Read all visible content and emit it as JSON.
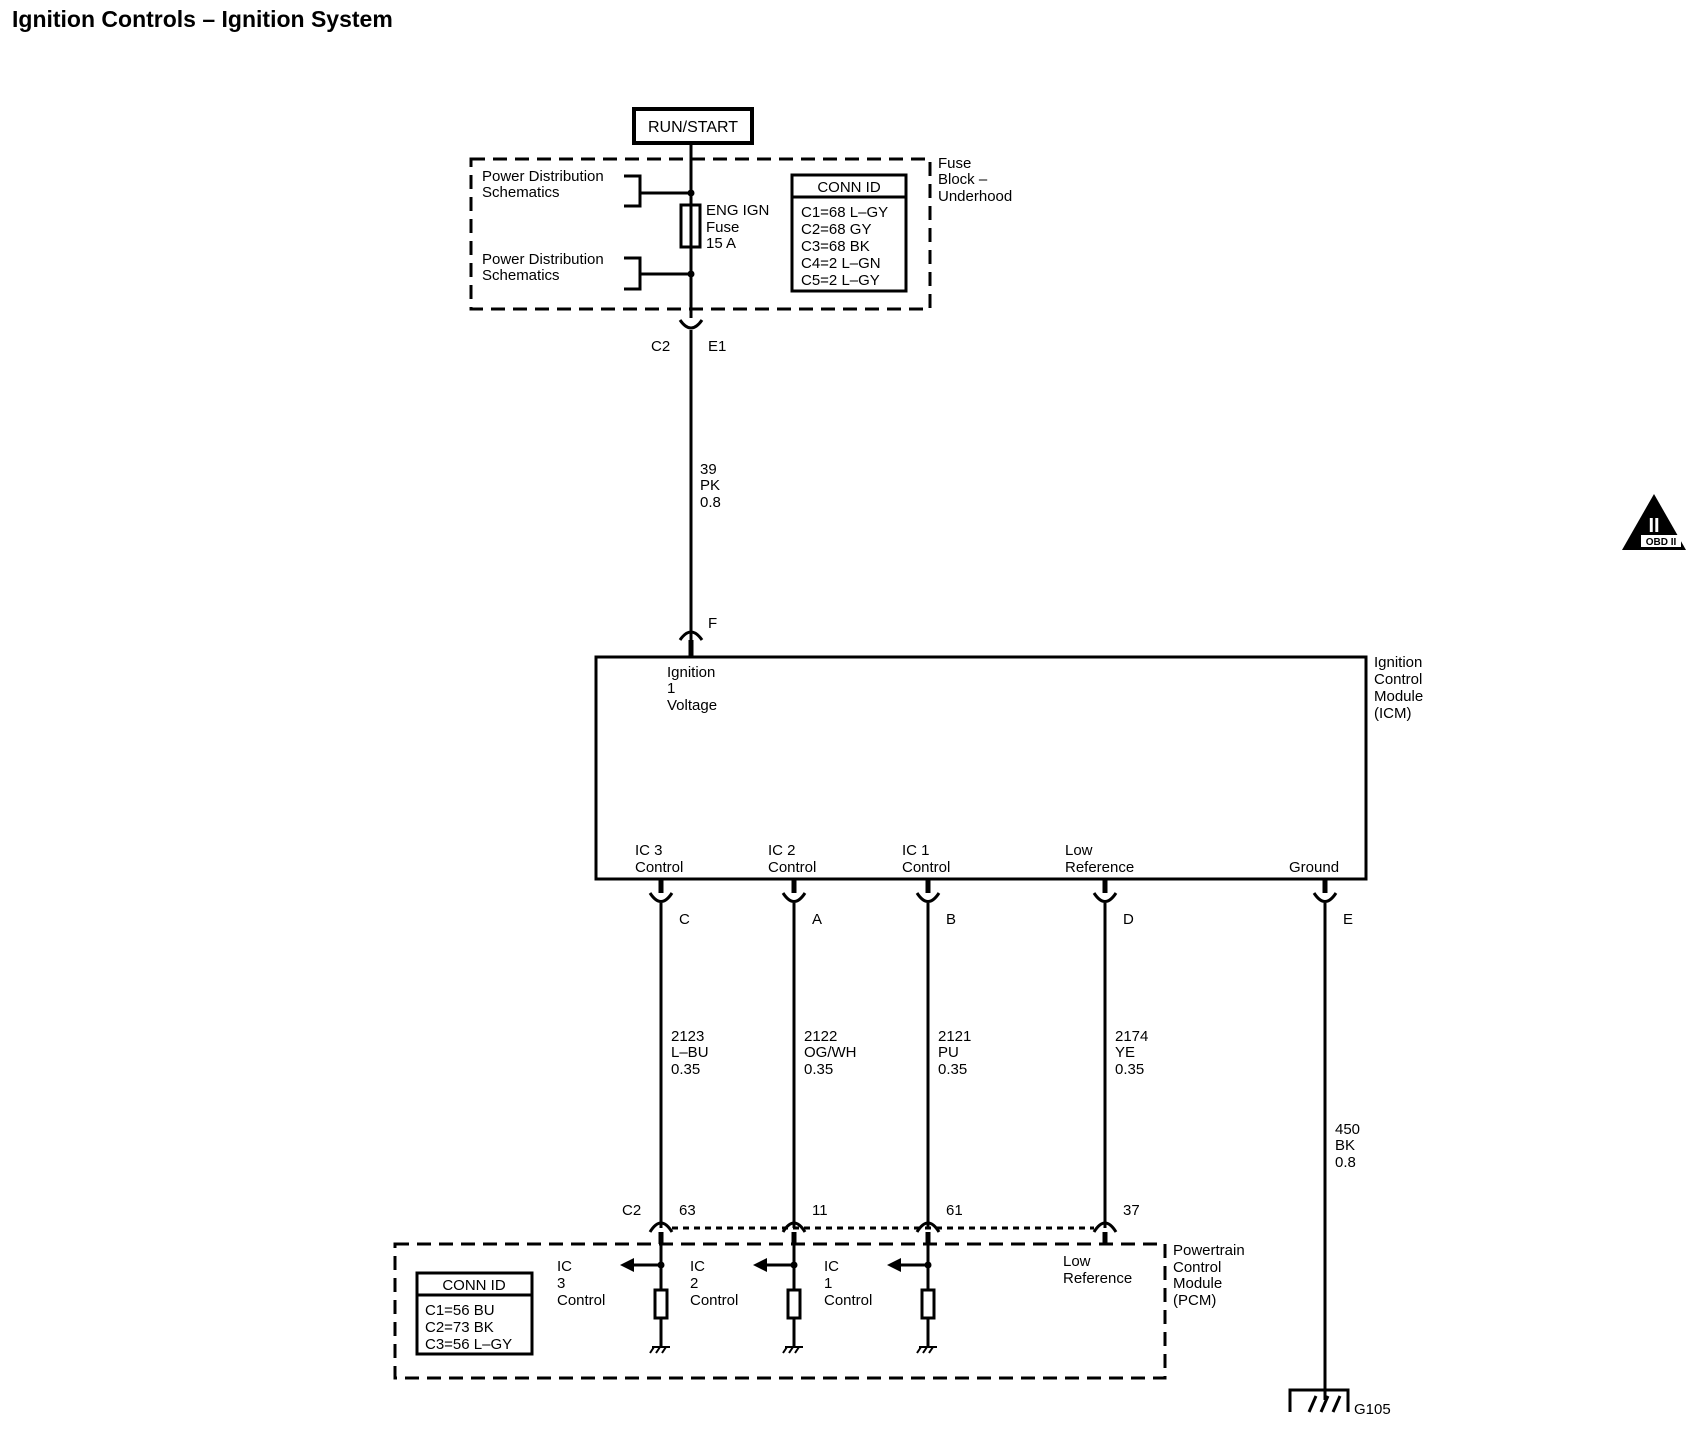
{
  "title": "Ignition Controls – Ignition System",
  "power_source": "RUN/START",
  "fuse_block": {
    "label": [
      "Fuse",
      "Block –",
      "Underhood"
    ],
    "ref1": [
      "Power Distribution",
      "Schematics"
    ],
    "ref2": [
      "Power Distribution",
      "Schematics"
    ],
    "fuse": [
      "ENG IGN",
      "Fuse",
      "15 A"
    ],
    "conn_id": {
      "header": "CONN ID",
      "rows": [
        "C1=68 L–GY",
        "C2=68 GY",
        "C3=68 BK",
        "C4=2 L–GN",
        "C5=2 L–GY"
      ]
    },
    "connector": {
      "name": "C2",
      "pin": "E1"
    }
  },
  "supply_wire": {
    "circuit": "39",
    "color": "PK",
    "size": "0.8"
  },
  "icm": {
    "label": [
      "Ignition",
      "Control",
      "Module",
      "(ICM)"
    ],
    "input_pin": "F",
    "input_label": [
      "Ignition",
      "1",
      "Voltage"
    ],
    "pins": [
      {
        "label": [
          "IC 3",
          "Control"
        ],
        "pin": "C"
      },
      {
        "label": [
          "IC 2",
          "Control"
        ],
        "pin": "A"
      },
      {
        "label": [
          "IC 1",
          "Control"
        ],
        "pin": "B"
      },
      {
        "label": [
          "Low",
          "Reference"
        ],
        "pin": "D"
      },
      {
        "label": [
          "Ground"
        ],
        "pin": "E"
      }
    ]
  },
  "wires": [
    {
      "circuit": "2123",
      "color": "L–BU",
      "size": "0.35"
    },
    {
      "circuit": "2122",
      "color": "OG/WH",
      "size": "0.35"
    },
    {
      "circuit": "2121",
      "color": "PU",
      "size": "0.35"
    },
    {
      "circuit": "2174",
      "color": "YE",
      "size": "0.35"
    },
    {
      "circuit": "450",
      "color": "BK",
      "size": "0.8"
    }
  ],
  "pcm": {
    "label": [
      "Powertrain",
      "Control",
      "Module",
      "(PCM)"
    ],
    "connector": "C2",
    "pins": [
      "63",
      "11",
      "61",
      "37"
    ],
    "inputs": [
      [
        "IC",
        "3",
        "Control"
      ],
      [
        "IC",
        "2",
        "Control"
      ],
      [
        "IC",
        "1",
        "Control"
      ],
      [
        "Low",
        "Reference"
      ]
    ],
    "conn_id": {
      "header": "CONN ID",
      "rows": [
        "C1=56 BU",
        "C2=73 BK",
        "C3=56 L–GY"
      ]
    }
  },
  "ground": "G105",
  "obd_badge": {
    "numeral": "II",
    "text": "OBD II"
  }
}
